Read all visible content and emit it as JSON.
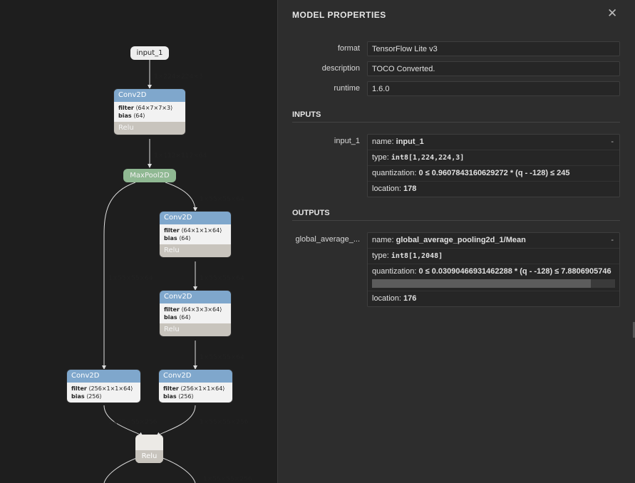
{
  "graph": {
    "input_node": "input_1",
    "relu_node": "Relu",
    "maxpool_node": "MaxPool2D",
    "nodes": [
      {
        "title": "Conv2D",
        "filter_label": "filter",
        "filter": "⟨64×7×7×3⟩",
        "bias_label": "bias",
        "bias": "⟨64⟩",
        "activation": "Relu"
      },
      {
        "title": "Conv2D",
        "filter_label": "filter",
        "filter": "⟨64×1×1×64⟩",
        "bias_label": "bias",
        "bias": "⟨64⟩",
        "activation": "Relu"
      },
      {
        "title": "Conv2D",
        "filter_label": "filter",
        "filter": "⟨64×3×3×64⟩",
        "bias_label": "bias",
        "bias": "⟨64⟩",
        "activation": "Relu"
      },
      {
        "title": "Conv2D",
        "filter_label": "filter",
        "filter": "⟨256×1×1×64⟩",
        "bias_label": "bias",
        "bias": "⟨256⟩"
      },
      {
        "title": "Conv2D",
        "filter_label": "filter",
        "filter": "⟨256×1×1×64⟩",
        "bias_label": "bias",
        "bias": "⟨256⟩"
      }
    ],
    "edge_labels": [
      "1×224×224×3",
      "1×112×112×64",
      "1×55×55×64",
      "1×55×55×64",
      "1×55×55×64",
      "1×55×55×64",
      "1×55×55×256",
      "1×55×55×256",
      "1×55×55×256"
    ]
  },
  "panel": {
    "title": "MODEL PROPERTIES",
    "close_icon": "close-icon",
    "properties": [
      {
        "label": "format",
        "value": "TensorFlow Lite v3"
      },
      {
        "label": "description",
        "value": "TOCO Converted."
      },
      {
        "label": "runtime",
        "value": "1.6.0"
      }
    ],
    "inputs_header": "INPUTS",
    "input": {
      "label": "input_1",
      "name_key": "name: ",
      "name": "input_1",
      "type_key": "type: ",
      "type": "int8[1,224,224,3]",
      "quant_key": "quantization: ",
      "quant": "0 ≤ 0.9607843160629272 * (q - -128) ≤ 245",
      "loc_key": "location: ",
      "loc": "178",
      "toggle": "-"
    },
    "outputs_header": "OUTPUTS",
    "output": {
      "label": "global_average_...",
      "name_key": "name: ",
      "name": "global_average_pooling2d_1/Mean",
      "type_key": "type: ",
      "type": "int8[1,2048]",
      "quant_key": "quantization: ",
      "quant": "0 ≤ 0.03090466931462288 * (q - -128) ≤ 7.8806905746",
      "loc_key": "location: ",
      "loc": "176",
      "toggle": "-",
      "scroll_fraction": 0.9
    }
  }
}
